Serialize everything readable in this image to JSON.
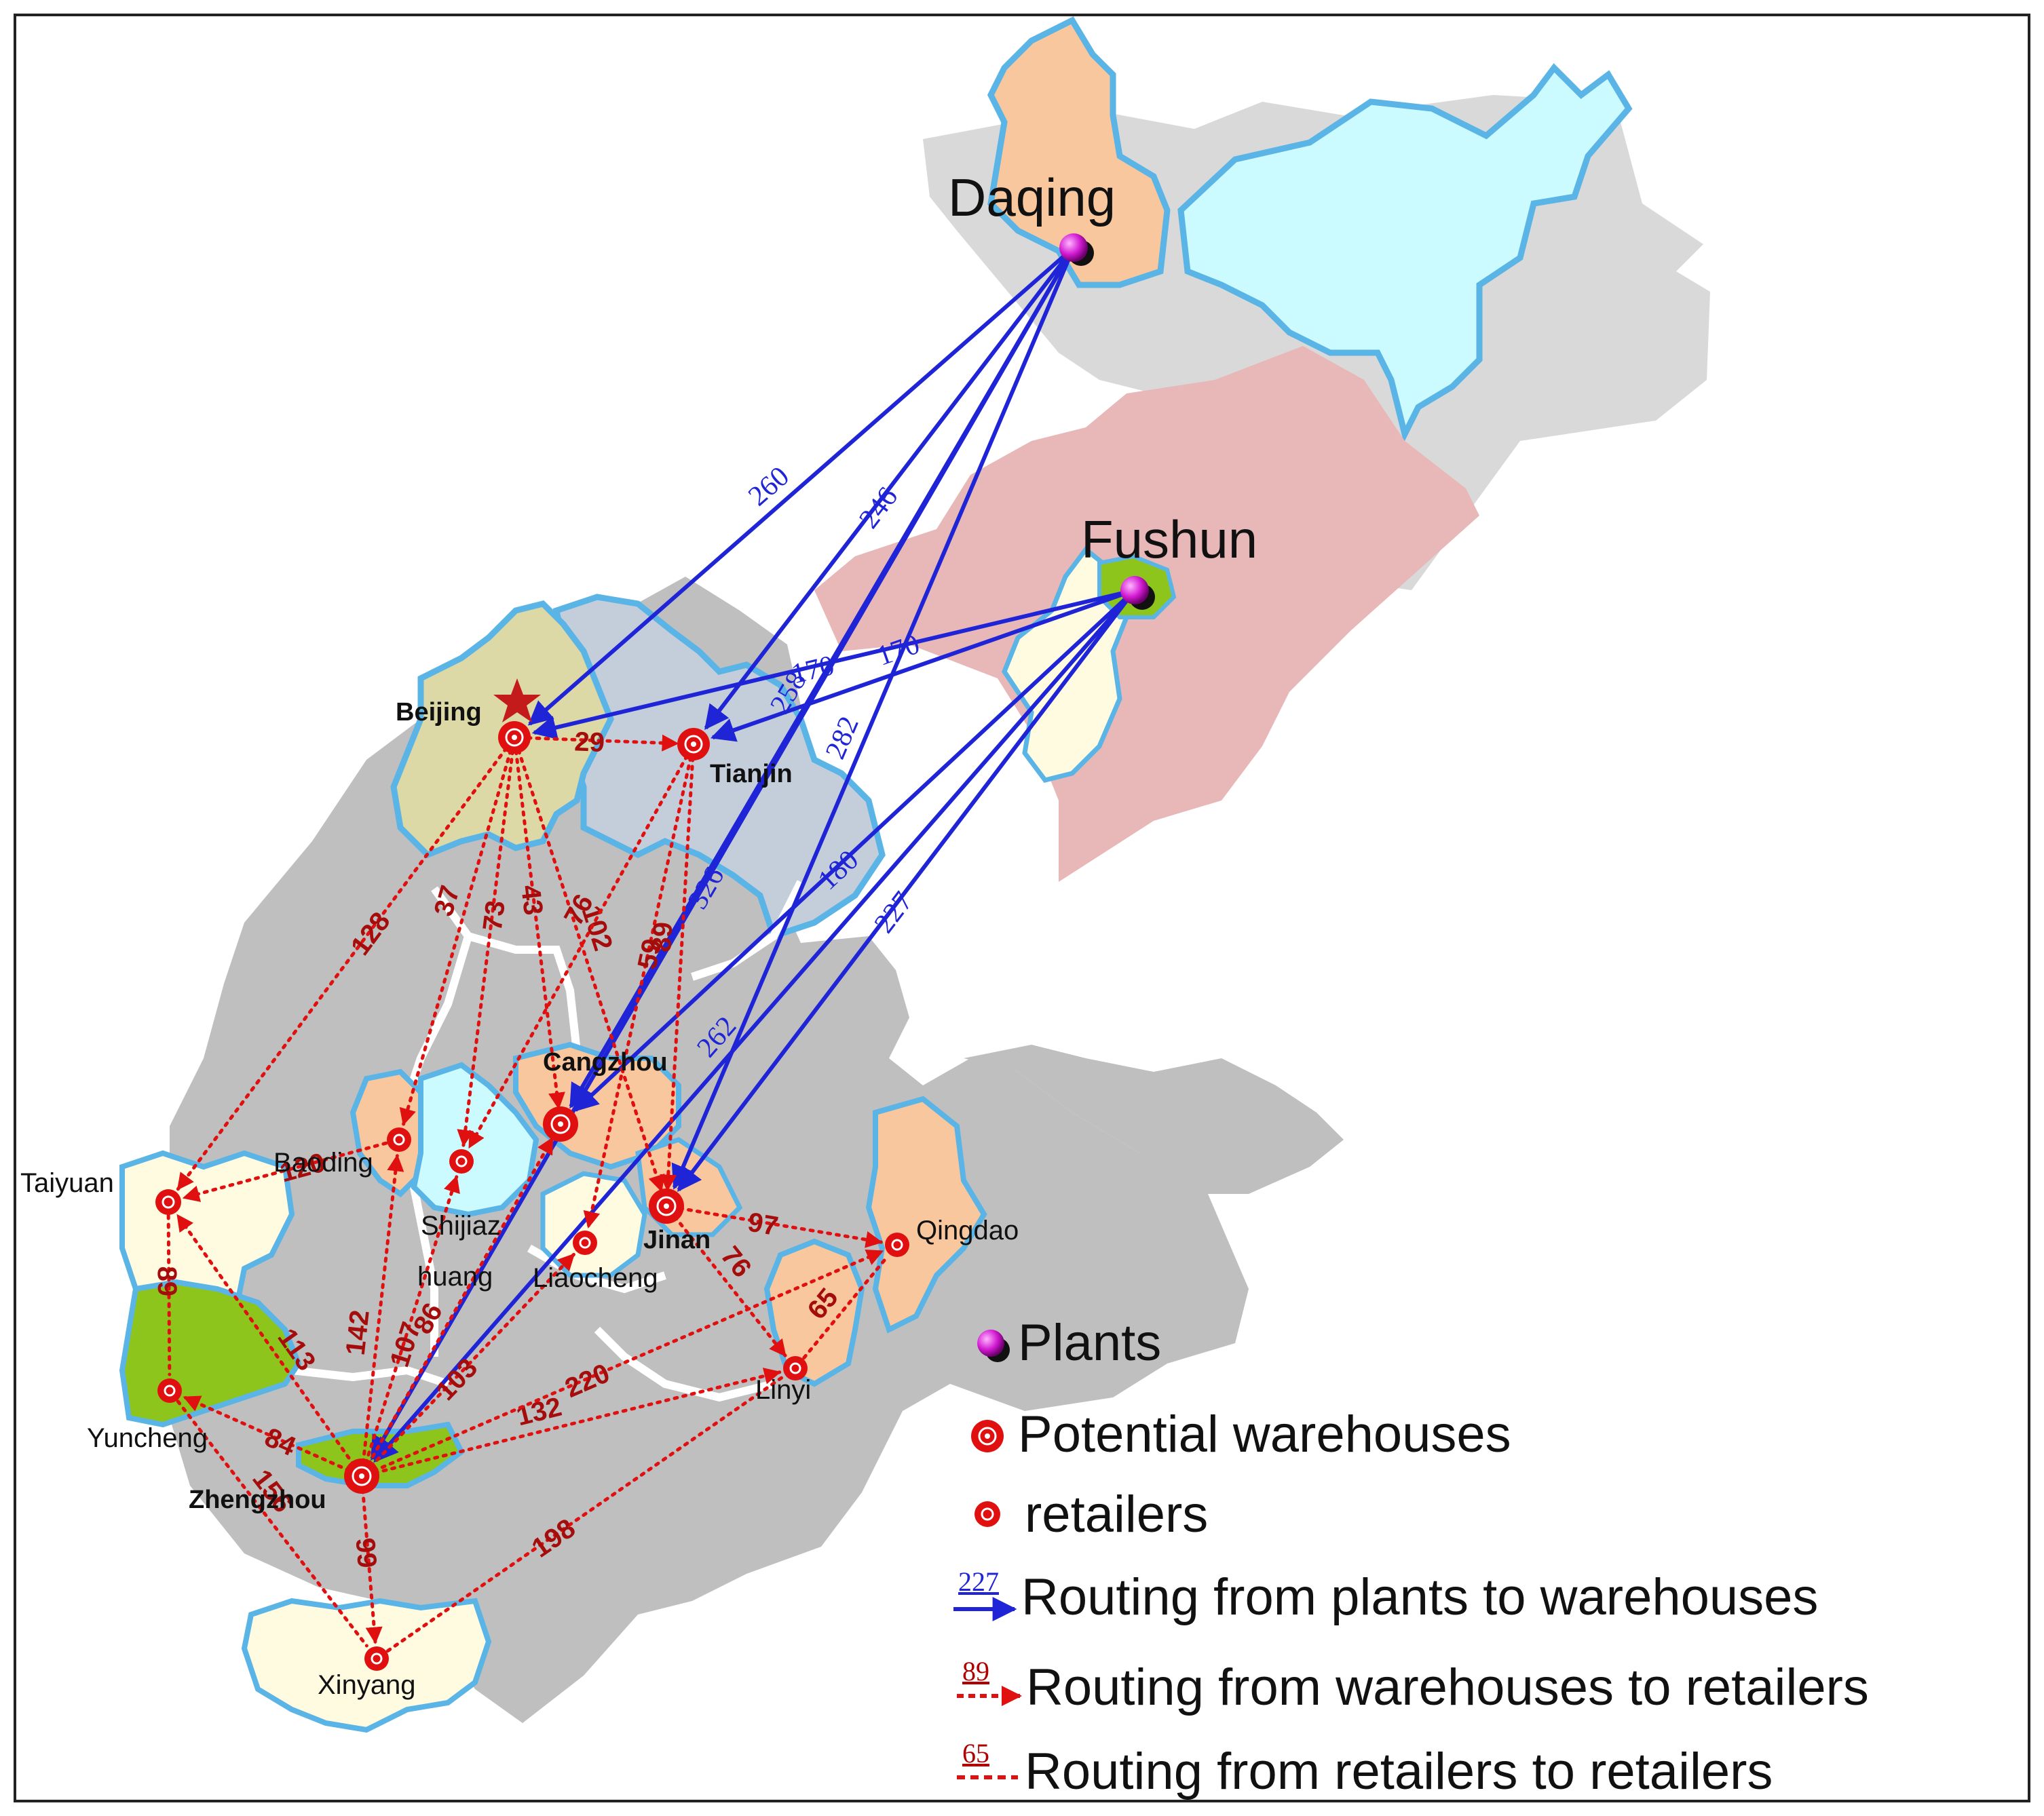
{
  "cities": {
    "daqing": "Daqing",
    "fushun": "Fushun",
    "beijing": "Beijing",
    "tianjin": "Tianjin",
    "cangzhou": "Cangzhou",
    "jinan": "Jinan",
    "zhengzhou": "Zhengzhou",
    "taiyuan": "Taiyuan",
    "baoding": "Baoding",
    "shijiazhuang_1": "Shijiaz",
    "shijiazhuang_2": "huang",
    "liaocheng": "Liaocheng",
    "qingdao": "Qingdao",
    "linyi": "Linyi",
    "yuncheng": "Yuncheng",
    "xinyang": "Xinyang"
  },
  "plant_routes": [
    {
      "from": "Daqing",
      "to": "Beijing",
      "value": "260"
    },
    {
      "from": "Daqing",
      "to": "Tianjin",
      "value": "246"
    },
    {
      "from": "Daqing",
      "to": "Cangzhou",
      "value": "258"
    },
    {
      "from": "Daqing",
      "to": "Zhengzhou",
      "value": "326"
    },
    {
      "from": "Daqing",
      "to": "Jinan",
      "value": "282"
    },
    {
      "from": "Fushun",
      "to": "Beijing",
      "value": "170"
    },
    {
      "from": "Fushun",
      "to": "Tianjin",
      "value": "170"
    },
    {
      "from": "Fushun",
      "to": "Cangzhou",
      "value": "180"
    },
    {
      "from": "Fushun",
      "to": "Zhengzhou",
      "value": "262"
    },
    {
      "from": "Fushun",
      "to": "Jinan",
      "value": "227"
    }
  ],
  "warehouse_routes": [
    {
      "from": "Beijing",
      "to": "Tianjin",
      "value": "29"
    },
    {
      "from": "Beijing",
      "to": "Taiyuan",
      "value": "128"
    },
    {
      "from": "Beijing",
      "to": "Baoding",
      "value": "37"
    },
    {
      "from": "Beijing",
      "to": "Shijiazhuang",
      "value": "73"
    },
    {
      "from": "Beijing",
      "to": "Cangzhou",
      "value": "43"
    },
    {
      "from": "Beijing",
      "to": "Jinan",
      "value": "102"
    },
    {
      "from": "Tianjin",
      "to": "Shijiazhuang",
      "value": "76"
    },
    {
      "from": "Tianjin",
      "to": "Liaocheng",
      "value": "59"
    },
    {
      "from": "Tianjin",
      "to": "Jinan",
      "value": "89"
    },
    {
      "from": "Baoding",
      "to": "Taiyuan",
      "value": "120"
    },
    {
      "from": "Jinan",
      "to": "Qingdao",
      "value": "97"
    },
    {
      "from": "Jinan",
      "to": "Linyi",
      "value": "76"
    },
    {
      "from": "Zhengzhou",
      "to": "Taiyuan",
      "value": "113"
    },
    {
      "from": "Zhengzhou",
      "to": "Baoding",
      "value": "142"
    },
    {
      "from": "Zhengzhou",
      "to": "Shijiazhuang",
      "value": "107"
    },
    {
      "from": "Zhengzhou",
      "to": "Cangzhou",
      "value": "86"
    },
    {
      "from": "Zhengzhou",
      "to": "Liaocheng",
      "value": "103"
    },
    {
      "from": "Zhengzhou",
      "to": "Yuncheng",
      "value": "84"
    },
    {
      "from": "Zhengzhou",
      "to": "Xinyang",
      "value": "99"
    },
    {
      "from": "Zhengzhou",
      "to": "Linyi",
      "value": "132"
    },
    {
      "from": "Zhengzhou",
      "to": "Qingdao",
      "value": "220"
    }
  ],
  "retailer_routes": [
    {
      "from": "Taiyuan",
      "to": "Yuncheng",
      "value": "89"
    },
    {
      "from": "Yuncheng",
      "to": "Xinyang",
      "value": "156"
    },
    {
      "from": "Xinyang",
      "to": "Linyi",
      "value": "198"
    },
    {
      "from": "Linyi",
      "to": "Qingdao",
      "value": "65"
    }
  ],
  "legend": {
    "plants": "Plants",
    "warehouses": "Potential warehouses",
    "retailers": "retailers",
    "blue_num": "227",
    "blue_label": "Routing from plants to warehouses",
    "red_num1": "89",
    "red_label1": "Routing from warehouses to retailers",
    "red_num2": "65",
    "red_label2": "Routing from retailers to retailers"
  },
  "colors": {
    "plant_route": "#1f25d6",
    "retail_route": "#e01010",
    "border": "#5ab4e6"
  }
}
